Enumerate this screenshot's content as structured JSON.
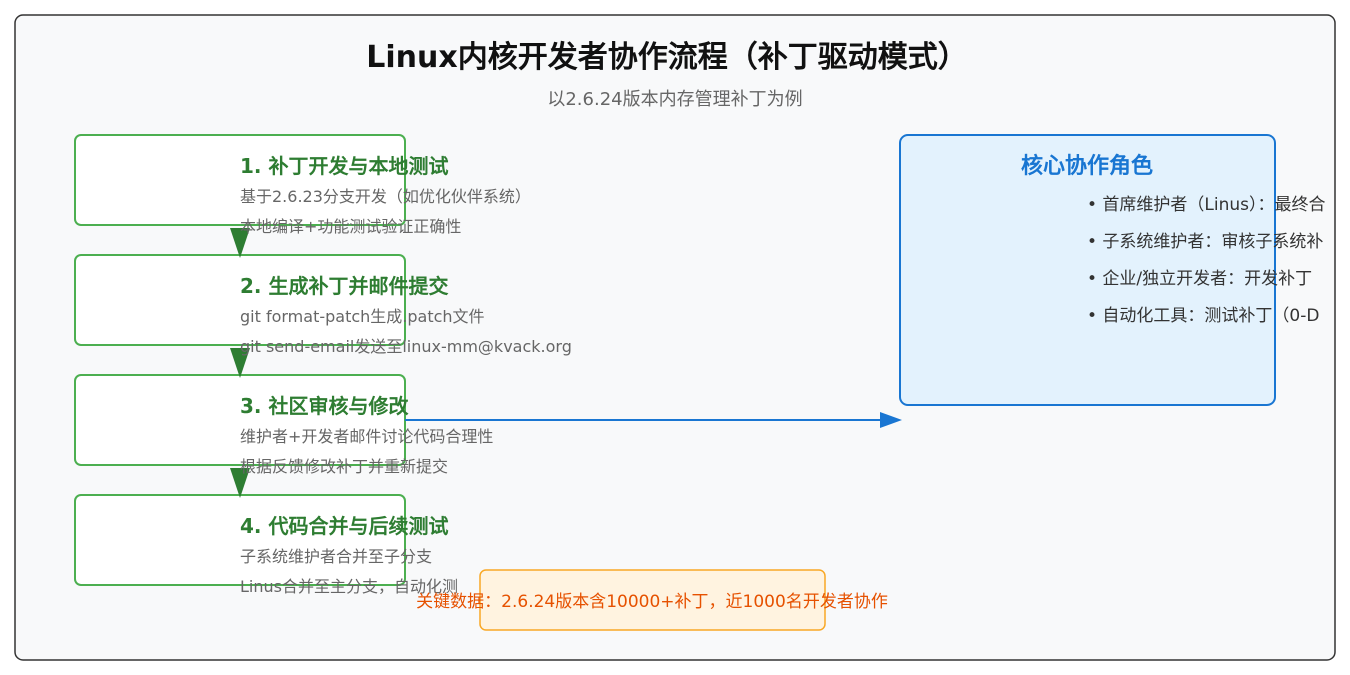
{
  "title": "Linux内核开发者协作流程（补丁驱动模式）",
  "subtitle": "以2.6.24版本内存管理补丁为例",
  "steps": [
    {
      "title": "1. 补丁开发与本地测试",
      "lines": [
        "基于2.6.23分支开发（如优化伙伴系统）",
        "本地编译+功能测试验证正确性"
      ]
    },
    {
      "title": "2. 生成补丁并邮件提交",
      "lines": [
        "git format-patch生成.patch文件",
        "git send-email发送至linux-mm@kvack.org"
      ]
    },
    {
      "title": "3. 社区审核与修改",
      "lines": [
        "维护者+开发者邮件讨论代码合理性",
        "根据反馈修改补丁并重新提交"
      ]
    },
    {
      "title": "4. 代码合并与后续测试",
      "lines": [
        "子系统维护者合并至子分支",
        "Linus合并至主分支，自动化测"
      ]
    }
  ],
  "roles": {
    "title": "核心协作角色",
    "items": [
      "• 首席维护者（Linus）：最终合",
      "• 子系统维护者：审核子系统补",
      "• 企业/独立开发者：开发补丁",
      "• 自动化工具：测试补丁（0-D"
    ]
  },
  "key_data": "关键数据：2.6.24版本含10000+补丁，近1000名开发者协作",
  "colors": {
    "step_border": "#4caf50",
    "step_title": "#2e7d32",
    "arrow_down": "#2e7d32",
    "arrow_right": "#1976d2",
    "role_fill": "#e3f2fd",
    "role_border": "#1976d2",
    "key_fill": "#fff3e0",
    "key_border": "#f9a825",
    "key_text": "#e65100"
  }
}
